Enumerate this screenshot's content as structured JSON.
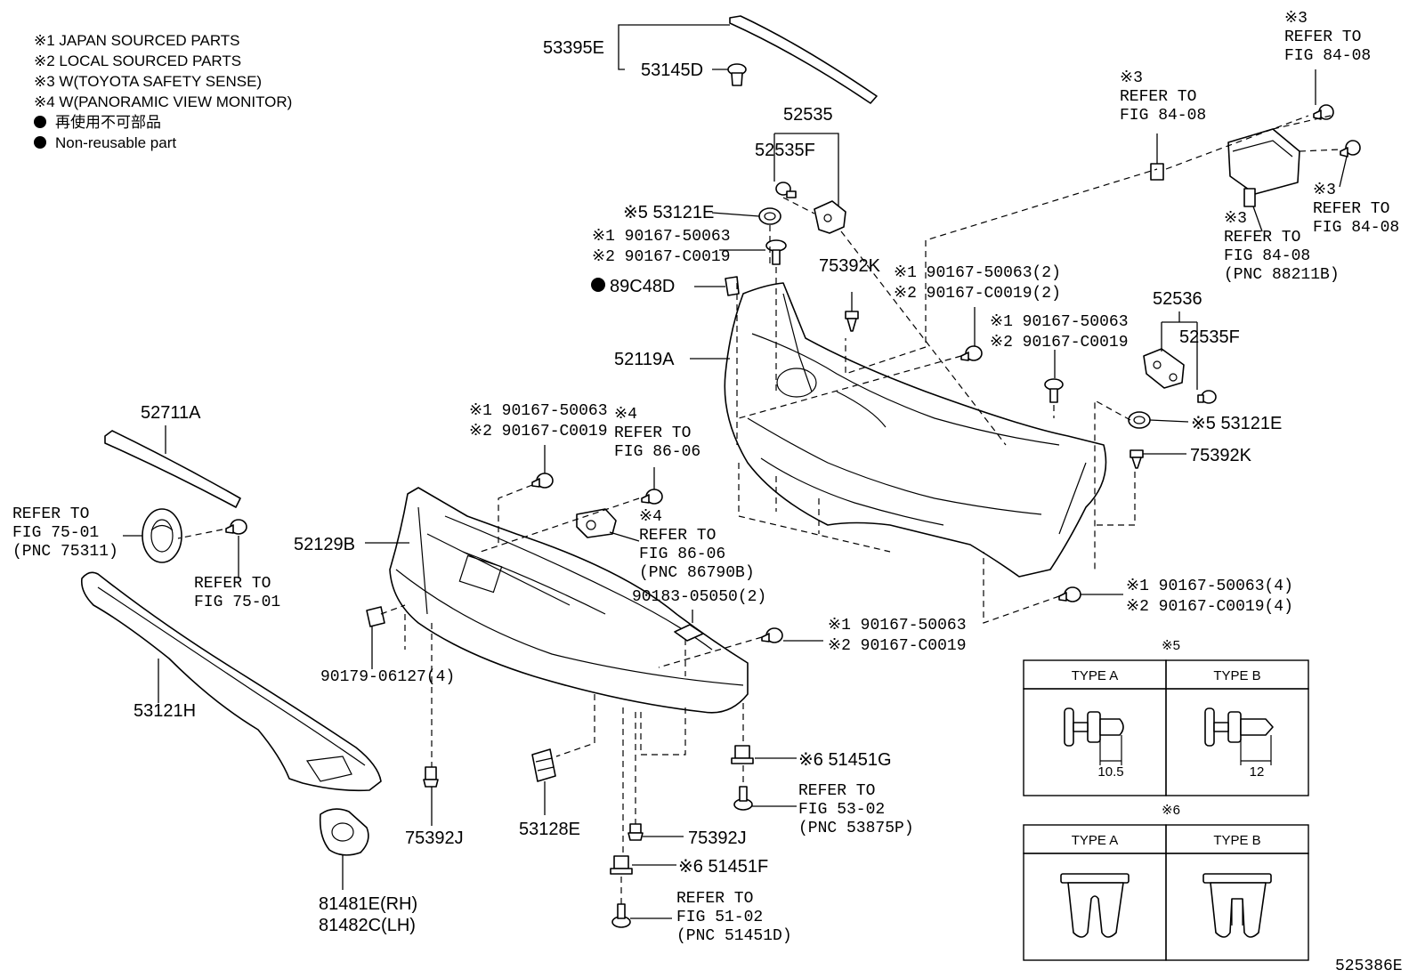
{
  "legend": {
    "note1": "※1 JAPAN SOURCED PARTS",
    "note2": "※2 LOCAL SOURCED PARTS",
    "note3": "※3 W(TOYOTA SAFETY SENSE)",
    "note4": "※4 W(PANORAMIC VIEW MONITOR)",
    "note5": "再使用不可部品",
    "note6": "Non-reusable part"
  },
  "labels": {
    "p53395E": "53395E",
    "p53145D": "53145D",
    "p52535": "52535",
    "p52535F_a": "52535F",
    "p53121E_a": "※5 53121E",
    "p90167_a1": "※1 90167-50063",
    "p90167_a2": "※2 90167-C0019",
    "p89C48D": "89C48D",
    "p75392K_a": "75392K",
    "p52119A": "52119A",
    "p90167_b1": "※1 90167-50063(2)",
    "p90167_b2": "※2 90167-C0019(2)",
    "p90167_c1": "※1 90167-50063",
    "p90167_c2": "※2 90167-C0019",
    "p52536": "52536",
    "p52535F_b": "52535F",
    "p53121E_b": "※5 53121E",
    "p75392K_b": "75392K",
    "ref_top_1": "※3",
    "ref_top_2": "REFER TO",
    "ref_top_3": "FIG 84-08",
    "ref_mid_1": "※3",
    "ref_mid_2": "REFER TO",
    "ref_mid_3": "FIG 84-08",
    "ref_r_1": "※3",
    "ref_r_2": "REFER TO",
    "ref_r_3": "FIG 84-08",
    "ref_pnc_1": "※3",
    "ref_pnc_2": "REFER TO",
    "ref_pnc_3": "FIG 84-08",
    "ref_pnc_4": "(PNC 88211B)",
    "p52711A": "52711A",
    "ref_75_1": "REFER TO",
    "ref_75_2": "FIG 75-01",
    "ref_75_3": "(PNC 75311)",
    "ref_75b_1": "REFER TO",
    "ref_75b_2": "FIG 75-01",
    "p90167_d1": "※1 90167-50063",
    "p90167_d2": "※2 90167-C0019",
    "ref_86a_1": "※4",
    "ref_86a_2": "REFER TO",
    "ref_86a_3": "FIG 86-06",
    "ref_86b_1": "※4",
    "ref_86b_2": "REFER TO",
    "ref_86b_3": "FIG 86-06",
    "ref_86b_4": "(PNC 86790B)",
    "p52129B": "52129B",
    "p90183": "90183-05050(2)",
    "p90167_e1": "※1 90167-50063",
    "p90167_e2": "※2 90167-C0019",
    "p90167_f1": "※1 90167-50063(4)",
    "p90167_f2": "※2 90167-C0019(4)",
    "p90179": "90179-06127(4)",
    "p53121H": "53121H",
    "p51451G": "※6 51451G",
    "ref_53_1": "REFER TO",
    "ref_53_2": "FIG 53-02",
    "ref_53_3": "(PNC 53875P)",
    "p75392J_a": "75392J",
    "p53128E": "53128E",
    "p75392J_b": "75392J",
    "p51451F": "※6 51451F",
    "ref_51_1": "REFER TO",
    "ref_51_2": "FIG 51-02",
    "ref_51_3": "(PNC 51451D)",
    "p81481E": "81481E(RH)",
    "p81482C": "81482C(LH)",
    "fig_code": "525386E"
  },
  "table5": {
    "title": "※5",
    "type_a": "TYPE A",
    "type_b": "TYPE B",
    "dim_a": "10.5",
    "dim_b": "12"
  },
  "table6": {
    "title": "※6",
    "type_a": "TYPE A",
    "type_b": "TYPE B"
  }
}
